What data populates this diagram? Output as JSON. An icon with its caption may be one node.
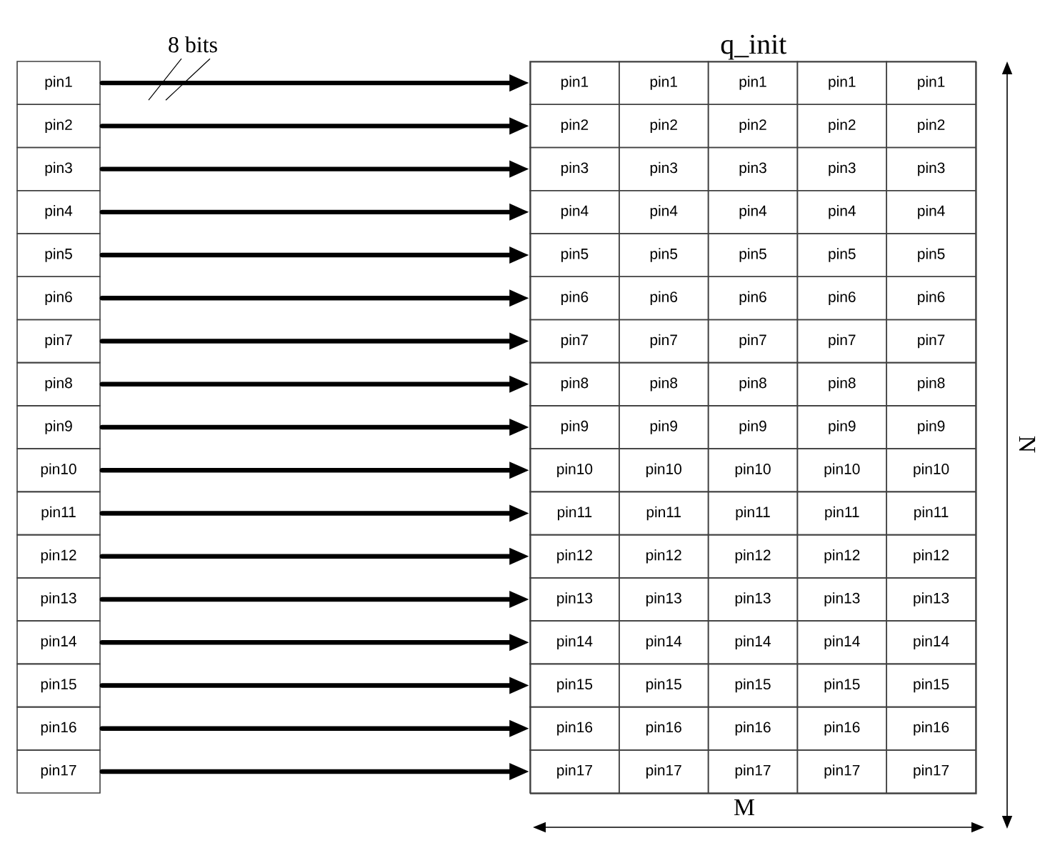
{
  "diagram": {
    "nodes": [
      {
        "text": [
          "pin1"
        ]
      },
      {
        "text": [
          "pin2"
        ]
      },
      {
        "text": [
          "pin3"
        ]
      },
      {
        "text": [
          "pin4"
        ]
      },
      {
        "text": [
          "pin5"
        ]
      },
      {
        "text": [
          "pin6"
        ]
      },
      {
        "text": [
          "pin7"
        ]
      },
      {
        "text": [
          "pin8"
        ]
      },
      {
        "text": [
          "pin9"
        ]
      },
      {
        "text": [
          "pin10"
        ]
      },
      {
        "text": [
          "pin11"
        ]
      },
      {
        "text": [
          "pin12"
        ]
      },
      {
        "text": [
          "pin13"
        ]
      },
      {
        "text": [
          "pin14"
        ]
      },
      {
        "text": [
          "pin15"
        ]
      },
      {
        "text": [
          "pin16"
        ]
      },
      {
        "text": [
          "pin17"
        ]
      },
      {
        "text": [
          "q_init"
        ]
      },
      {
        "text": [
          "pin1"
        ],
        "in": 17
      },
      {
        "text": [
          "pin1"
        ],
        "in": 17
      },
      {
        "text": [
          "pin1"
        ],
        "in": 17
      },
      {
        "text": [
          "pin1"
        ],
        "in": 17
      },
      {
        "text": [
          "pin1"
        ],
        "in": 17
      },
      {
        "text": [
          "pin2"
        ],
        "in": 17
      },
      {
        "text": [
          "pin2"
        ],
        "in": 17
      },
      {
        "text": [
          "pin2"
        ],
        "in": 17
      },
      {
        "text": [
          "pin2"
        ],
        "in": 17
      },
      {
        "text": [
          "pin2"
        ],
        "in": 17
      },
      {
        "text": [
          "pin3"
        ],
        "in": 17
      },
      {
        "text": [
          "pin3"
        ],
        "in": 17
      },
      {
        "text": [
          "pin3"
        ],
        "in": 17
      },
      {
        "text": [
          "pin3"
        ],
        "in": 17
      },
      {
        "text": [
          "pin3"
        ],
        "in": 17
      },
      {
        "text": [
          "pin4"
        ],
        "in": 17
      },
      {
        "text": [
          "pin4"
        ],
        "in": 17
      },
      {
        "text": [
          "pin4"
        ],
        "in": 17
      },
      {
        "text": [
          "pin4"
        ],
        "in": 17
      },
      {
        "text": [
          "pin4"
        ],
        "in": 17
      },
      {
        "text": [
          "pin5"
        ],
        "in": 17
      },
      {
        "text": [
          "pin5"
        ],
        "in": 17
      },
      {
        "text": [
          "pin5"
        ],
        "in": 17
      },
      {
        "text": [
          "pin5"
        ],
        "in": 17
      },
      {
        "text": [
          "pin5"
        ],
        "in": 17
      },
      {
        "text": [
          "pin6"
        ],
        "in": 17
      },
      {
        "text": [
          "pin6"
        ],
        "in": 17
      },
      {
        "text": [
          "pin6"
        ],
        "in": 17
      },
      {
        "text": [
          "pin6"
        ],
        "in": 17
      },
      {
        "text": [
          "pin6"
        ],
        "in": 17
      },
      {
        "text": [
          "pin7"
        ],
        "in": 17
      },
      {
        "text": [
          "pin7"
        ],
        "in": 17
      },
      {
        "text": [
          "pin7"
        ],
        "in": 17
      },
      {
        "text": [
          "pin7"
        ],
        "in": 17
      },
      {
        "text": [
          "pin7"
        ],
        "in": 17
      },
      {
        "text": [
          "pin8"
        ],
        "in": 17
      },
      {
        "text": [
          "pin8"
        ],
        "in": 17
      },
      {
        "text": [
          "pin8"
        ],
        "in": 17
      },
      {
        "text": [
          "pin8"
        ],
        "in": 17
      },
      {
        "text": [
          "pin8"
        ],
        "in": 17
      },
      {
        "text": [
          "pin9"
        ],
        "in": 17
      },
      {
        "text": [
          "pin9"
        ],
        "in": 17
      },
      {
        "text": [
          "pin9"
        ],
        "in": 17
      },
      {
        "text": [
          "pin9"
        ],
        "in": 17
      },
      {
        "text": [
          "pin9"
        ],
        "in": 17
      },
      {
        "text": [
          "pin10"
        ],
        "in": 17
      },
      {
        "text": [
          "pin10"
        ],
        "in": 17
      },
      {
        "text": [
          "pin10"
        ],
        "in": 17
      },
      {
        "text": [
          "pin10"
        ],
        "in": 17
      },
      {
        "text": [
          "pin10"
        ],
        "in": 17
      },
      {
        "text": [
          "pin11"
        ],
        "in": 17
      },
      {
        "text": [
          "pin11"
        ],
        "in": 17
      },
      {
        "text": [
          "pin11"
        ],
        "in": 17
      },
      {
        "text": [
          "pin11"
        ],
        "in": 17
      },
      {
        "text": [
          "pin11"
        ],
        "in": 17
      },
      {
        "text": [
          "pin12"
        ],
        "in": 17
      },
      {
        "text": [
          "pin12"
        ],
        "in": 17
      },
      {
        "text": [
          "pin12"
        ],
        "in": 17
      },
      {
        "text": [
          "pin12"
        ],
        "in": 17
      },
      {
        "text": [
          "pin12"
        ],
        "in": 17
      },
      {
        "text": [
          "pin13"
        ],
        "in": 17
      },
      {
        "text": [
          "pin13"
        ],
        "in": 17
      },
      {
        "text": [
          "pin13"
        ],
        "in": 17
      },
      {
        "text": [
          "pin13"
        ],
        "in": 17
      },
      {
        "text": [
          "pin13"
        ],
        "in": 17
      },
      {
        "text": [
          "pin14"
        ],
        "in": 17
      },
      {
        "text": [
          "pin14"
        ],
        "in": 17
      },
      {
        "text": [
          "pin14"
        ],
        "in": 17
      },
      {
        "text": [
          "pin14"
        ],
        "in": 17
      },
      {
        "text": [
          "pin14"
        ],
        "in": 17
      },
      {
        "text": [
          "pin15"
        ],
        "in": 17
      },
      {
        "text": [
          "pin15"
        ],
        "in": 17
      },
      {
        "text": [
          "pin15"
        ],
        "in": 17
      },
      {
        "text": [
          "pin15"
        ],
        "in": 17
      },
      {
        "text": [
          "pin15"
        ],
        "in": 17
      },
      {
        "text": [
          "pin16"
        ],
        "in": 17
      },
      {
        "text": [
          "pin16"
        ],
        "in": 17
      },
      {
        "text": [
          "pin16"
        ],
        "in": 17
      },
      {
        "text": [
          "pin16"
        ],
        "in": 17
      },
      {
        "text": [
          "pin16"
        ],
        "in": 17
      },
      {
        "text": [
          "pin17"
        ],
        "in": 17
      },
      {
        "text": [
          "pin17"
        ],
        "in": 17
      },
      {
        "text": [
          "pin17"
        ],
        "in": 17
      },
      {
        "text": [
          "pin17"
        ],
        "in": 17
      },
      {
        "text": [
          "pin17"
        ],
        "in": 17
      }
    ],
    "edges": [
      {
        "from": 0,
        "to": 18,
        "arrow": "to",
        "label": "8 bits"
      },
      {
        "from": 1,
        "to": 23,
        "arrow": "to"
      },
      {
        "from": 2,
        "to": 28,
        "arrow": "to"
      },
      {
        "from": 3,
        "to": 33,
        "arrow": "to"
      },
      {
        "from": 4,
        "to": 38,
        "arrow": "to"
      },
      {
        "from": 5,
        "to": 43,
        "arrow": "to"
      },
      {
        "from": 6,
        "to": 48,
        "arrow": "to"
      },
      {
        "from": 7,
        "to": 53,
        "arrow": "to"
      },
      {
        "from": 8,
        "to": 58,
        "arrow": "to"
      },
      {
        "from": 9,
        "to": 63,
        "arrow": "to"
      },
      {
        "from": 10,
        "to": 68,
        "arrow": "to"
      },
      {
        "from": 11,
        "to": 73,
        "arrow": "to"
      },
      {
        "from": 12,
        "to": 78,
        "arrow": "to"
      },
      {
        "from": 13,
        "to": 83,
        "arrow": "to"
      },
      {
        "from": 14,
        "to": 88,
        "arrow": "to"
      },
      {
        "from": 15,
        "to": 93,
        "arrow": "to"
      },
      {
        "from": 16,
        "to": 98,
        "arrow": "to"
      }
    ],
    "labels": [
      "N",
      "M"
    ]
  }
}
